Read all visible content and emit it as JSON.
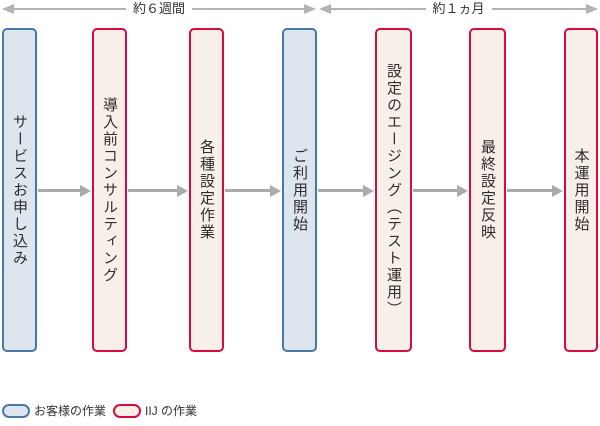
{
  "diagram_title": "service-introduction-flow",
  "timeline": {
    "segments": [
      {
        "label": "約６週間"
      },
      {
        "label": "約１ヵ月"
      }
    ]
  },
  "steps": [
    {
      "label": "サービスお申し込み",
      "type": "customer"
    },
    {
      "label": "導入前コンサルティング",
      "type": "iij"
    },
    {
      "label": "各種設定作業",
      "type": "iij"
    },
    {
      "label": "ご利用開始",
      "type": "customer"
    },
    {
      "label": "設定のエージング（テスト運用）",
      "type": "iij"
    },
    {
      "label": "最終設定反映",
      "type": "iij"
    },
    {
      "label": "本運用開始",
      "type": "iij"
    }
  ],
  "legend": {
    "items": [
      {
        "label": "お客様の作業",
        "type": "customer"
      },
      {
        "label": "IIJ の作業",
        "type": "iij"
      }
    ]
  },
  "colors": {
    "customer_border": "#4a78a6",
    "customer_fill": "#dde5ee",
    "iij_border": "#d60b3f",
    "iij_fill": "#f9efe9",
    "arrow_gray": "#ababab",
    "timeline_gray": "#b3b3b3",
    "text": "#2e2e2e"
  }
}
